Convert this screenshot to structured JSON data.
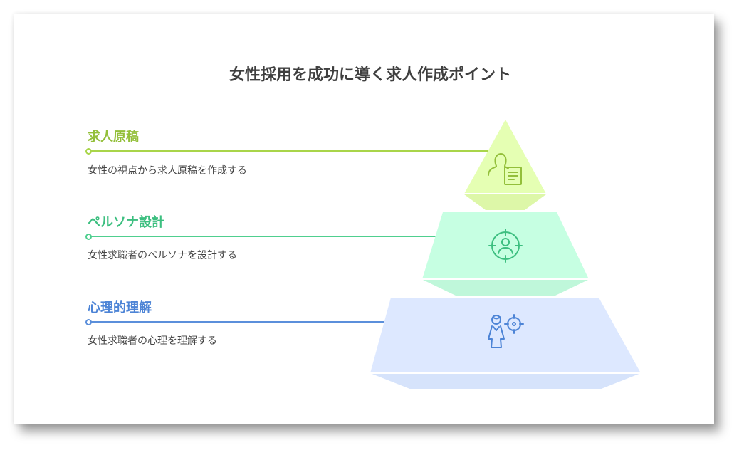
{
  "title": "女性採用を成功に導く求人作成ポイント",
  "levels": [
    {
      "title": "求人原稿",
      "description": "女性の視点から求人原稿を作成する",
      "color": "#93bf3a",
      "fill": "#e5ffb3",
      "icon": "person-document-icon"
    },
    {
      "title": "ペルソナ設計",
      "description": "女性求職者のペルソナを設計する",
      "color": "#3dbf80",
      "fill": "#c6ffe2",
      "icon": "target-person-icon"
    },
    {
      "title": "心理的理解",
      "description": "女性求職者の心理を理解する",
      "color": "#4d84d6",
      "fill": "#dde8ff",
      "icon": "person-target-icon"
    }
  ]
}
